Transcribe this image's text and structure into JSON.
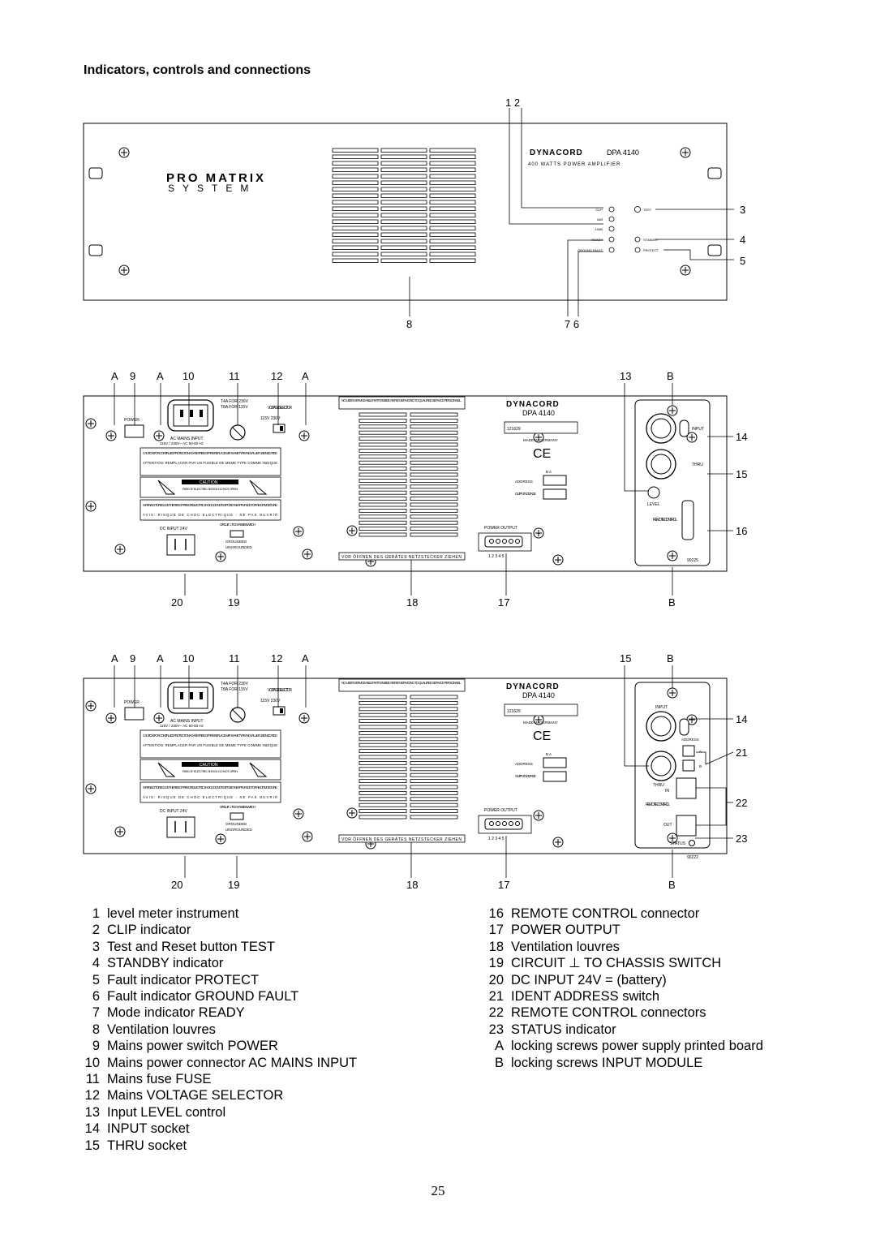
{
  "heading": "Indicators, controls and connections",
  "front_panel": {
    "brand": "DYNACORD",
    "model": "DPA 4140",
    "subtitle": "400 WATTS POWER AMPLIFIER",
    "logo_line1": "PRO MATRIX",
    "logo_line2": "SYSTEM",
    "led_left": [
      "CLIP",
      "0dB",
      "-10dB",
      "READY",
      "GROUND FAULT"
    ],
    "led_right": [
      "TEST",
      "STANDBY",
      "PROTECT"
    ],
    "callouts": [
      "1 2",
      "3",
      "4",
      "5",
      "8",
      "7 6"
    ]
  },
  "rear_panel": {
    "brand": "DYNACORD",
    "model": "DPA 4140",
    "fuse_text": "T4A FOR 230V",
    "fuse_text2": "T8A FOR 115V",
    "voltage_selector": "VOLTAGE SELECTOR",
    "voltage_values": "115V    230V",
    "power": "POWER",
    "ac_mains": "AC MAINS INPUT",
    "ac_mains_values": "115V / 230V~ AC 50-60 Hz",
    "caution_text": "CAUTION: FOR CONTINUED PROTECTION AGAINST RISK OF FIRE REPLACE WITH SAME TYPE AND VALUE FUSE INDICATED",
    "attention_text": "ATTENTION: REMPLACER PAR UN FUSIBLE DE MEME TYPE COMME INDIQUE",
    "caution_box": "CAUTION",
    "risk_text": "RISK OF ELECTRIC SHOCK DO NOT OPEN",
    "warning_text": "WARNING: TO REDUCE THE RISK OF FIRE OR ELECTRIC SHOCK, DO NOT EXPOSE THIS APPLIANCE TO RAIN OR MOISTURE",
    "avis_text": "AVIS: RISQUE DE CHOC ELECTRIQUE - NE PAS OUVRIR",
    "dc_input": "DC INPUT 24V",
    "circuit_switch": "CIRCUIT ⊥ TO CHASSIS SWITCH",
    "grounded": "GROUNDED",
    "ungrounded": "UNGROUNDED",
    "no_user_text": "NO USER SERVICEABLE PARTS INSIDE. REFER SERVICING TO QUALIFIED SERVICE PERSONNEL.",
    "vor_text": "VOR ÖFFNEN DES GERÄTES NETZSTECKER ZIEHEN",
    "serial": "121629",
    "made_in": "MADE IN GERMANY",
    "ce": "CE",
    "address": "ADDRESS",
    "output_voltage": "OUTPUT VOLTAGE",
    "power_output": "POWER OUTPUT",
    "pins": "1  2  3  4  5",
    "b_a": "B   A",
    "module1": {
      "input": "INPUT",
      "thru": "THRU",
      "level": "LEVEL",
      "remote": "REMOTE CONTROL",
      "code": "90225"
    },
    "module2": {
      "input": "INPUT",
      "thru": "THRU",
      "address": "ADDRESS",
      "a": "A",
      "b": "B",
      "in": "IN",
      "remote": "REMOTE CONTROL",
      "out": "OUT",
      "status": "STATUS",
      "code": "90222"
    }
  },
  "callouts_rear1": {
    "top": [
      "A",
      "9",
      "A",
      "10",
      "11",
      "12",
      "A",
      "13",
      "B"
    ],
    "right": [
      "14",
      "15",
      "16"
    ],
    "bottom": [
      "20",
      "19",
      "18",
      "17",
      "B"
    ]
  },
  "callouts_rear2": {
    "top": [
      "A",
      "9",
      "A",
      "10",
      "11",
      "12",
      "A",
      "15",
      "B"
    ],
    "right": [
      "14",
      "21",
      "22",
      "23"
    ],
    "bottom": [
      "20",
      "19",
      "18",
      "17",
      "B"
    ]
  },
  "legend_left": [
    {
      "num": "1",
      "text": "level meter instrument"
    },
    {
      "num": "2",
      "text": "CLIP indicator"
    },
    {
      "num": "3",
      "text": "Test and Reset button TEST"
    },
    {
      "num": "4",
      "text": "STANDBY indicator"
    },
    {
      "num": "5",
      "text": "Fault indicator PROTECT"
    },
    {
      "num": "6",
      "text": "Fault indicator GROUND FAULT"
    },
    {
      "num": "7",
      "text": "Mode indicator READY"
    },
    {
      "num": "8",
      "text": "Ventilation louvres"
    },
    {
      "num": "9",
      "text": "Mains power switch POWER"
    },
    {
      "num": "10",
      "text": "Mains power connector AC MAINS INPUT"
    },
    {
      "num": "11",
      "text": "Mains fuse FUSE"
    },
    {
      "num": "12",
      "text": "Mains VOLTAGE SELECTOR"
    },
    {
      "num": "13",
      "text": "Input LEVEL control"
    },
    {
      "num": "14",
      "text": "INPUT socket"
    },
    {
      "num": "15",
      "text": "THRU socket"
    }
  ],
  "legend_right": [
    {
      "num": "16",
      "text": "REMOTE CONTROL connector"
    },
    {
      "num": "17",
      "text": "POWER OUTPUT"
    },
    {
      "num": "18",
      "text": "Ventilation louvres"
    },
    {
      "num": "19",
      "text": "CIRCUIT ⊥ TO CHASSIS SWITCH"
    },
    {
      "num": "20",
      "text": "DC INPUT 24V = (battery)"
    },
    {
      "num": "21",
      "text": "IDENT ADDRESS switch"
    },
    {
      "num": "22",
      "text": "REMOTE CONTROL connectors"
    },
    {
      "num": "23",
      "text": "STATUS indicator"
    },
    {
      "num": "A",
      "text": "locking screws power supply printed board"
    },
    {
      "num": "B",
      "text": "locking screws INPUT MODULE"
    }
  ],
  "page_number": "25"
}
